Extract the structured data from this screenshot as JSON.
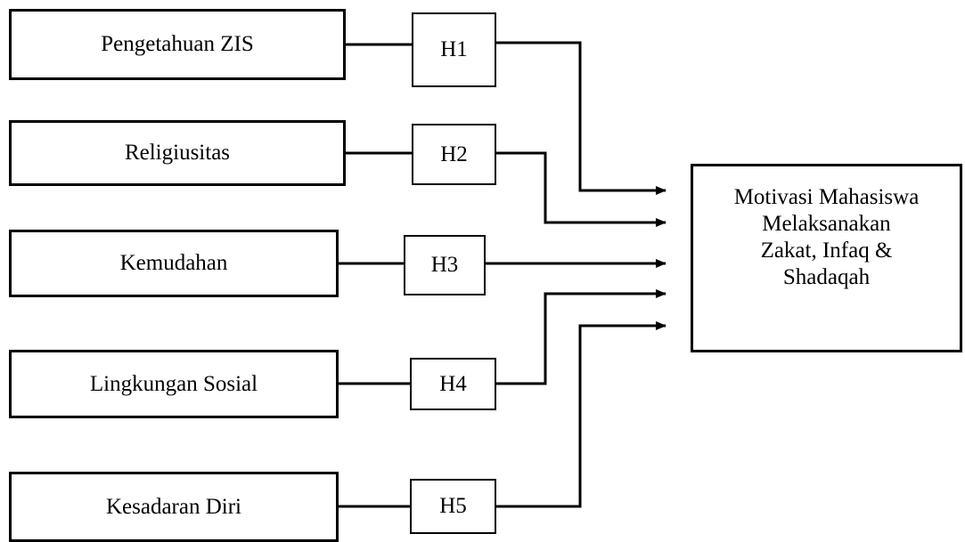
{
  "variables": [
    {
      "id": "pengetahuan",
      "label": "Pengetahuan ZIS"
    },
    {
      "id": "religiusitas",
      "label": "Religiusitas"
    },
    {
      "id": "kemudahan",
      "label": "Kemudahan"
    },
    {
      "id": "lingkungan",
      "label": "Lingkungan Sosial"
    },
    {
      "id": "kesadaran",
      "label": "Kesadaran Diri"
    }
  ],
  "hypotheses": [
    {
      "id": "h1",
      "label": "H1"
    },
    {
      "id": "h2",
      "label": "H2"
    },
    {
      "id": "h3",
      "label": "H3"
    },
    {
      "id": "h4",
      "label": "H4"
    },
    {
      "id": "h5",
      "label": "H5"
    }
  ],
  "outcome": {
    "lines": [
      "Motivasi Mahasiswa",
      "Melaksanakan",
      "Zakat, Infaq &",
      "Shadaqah"
    ]
  },
  "colors": {
    "stroke": "#000000",
    "background": "#ffffff"
  }
}
